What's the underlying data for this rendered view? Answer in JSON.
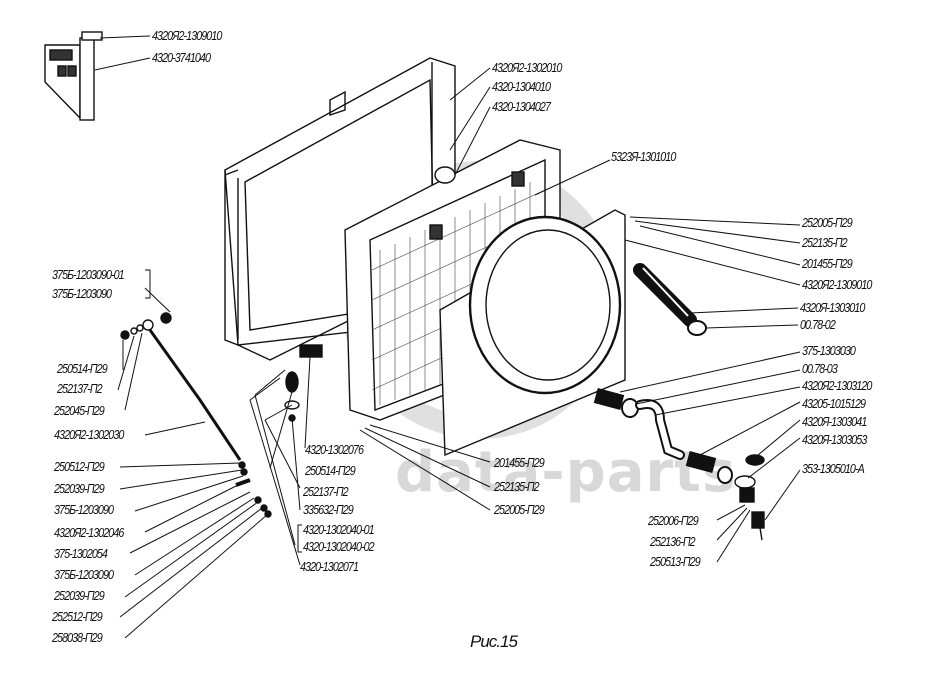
{
  "figure": {
    "caption": "Рис.15",
    "watermark_text": "data-parts",
    "watermark_logo": "D-circle-logo",
    "colors": {
      "ink": "#111111",
      "watermark": "#d8d8d8",
      "background": "#ffffff"
    }
  },
  "components": [
    {
      "name": "radiator-frame",
      "kind": "frame"
    },
    {
      "name": "radiator-core",
      "kind": "radiator"
    },
    {
      "name": "fan-shroud",
      "kind": "shroud"
    },
    {
      "name": "upper-hose",
      "kind": "hose"
    },
    {
      "name": "lower-pipe-assembly",
      "kind": "pipe"
    },
    {
      "name": "drain-tap",
      "kind": "valve"
    },
    {
      "name": "tie-rod",
      "kind": "rod"
    },
    {
      "name": "bracket-plate",
      "kind": "bracket"
    }
  ],
  "labels": {
    "top_left": [
      "4320Я2-1309010",
      "4320-3741040"
    ],
    "top_center": [
      "4320Я2-1302010",
      "4320-1304010",
      "4320-1304027"
    ],
    "radiator": "5323Я-1301010",
    "right_upper": [
      "252005-П29",
      "252135-П2",
      "201455-П29",
      "4320Я2-1309010",
      "4320Я-1303010",
      "00.78-02"
    ],
    "right_lower": [
      "375-1303030",
      "00.78-03",
      "4320Я2-1303120",
      "43205-1015129",
      "4320Я-1303041",
      "4320Я-1303053",
      "353-1305010-А"
    ],
    "tap_fasteners": [
      "252006-П29",
      "252136-П2",
      "250513-П29"
    ],
    "left_bracket": [
      "375Б-1203090-01",
      "375Б-1203090"
    ],
    "left_upper": [
      "250514-П29",
      "252137-П2",
      "252045-П29",
      "4320Я2-1302030"
    ],
    "left_lower": [
      "250512-П29",
      "252039-П29",
      "375Б-1203090",
      "4320Я2-1302046",
      "375-1302054",
      "375Б-1203090",
      "252039-П29",
      "252512-П29",
      "258038-П29"
    ],
    "center_support": [
      "4320-1302076",
      "250514-П29",
      "252137-П2",
      "335632-П29",
      "4320-1302040-01",
      "4320-1302040-02",
      "4320-1302071"
    ],
    "shroud_bottom": [
      "201455-П29",
      "252135-П2",
      "252005-П29"
    ]
  }
}
